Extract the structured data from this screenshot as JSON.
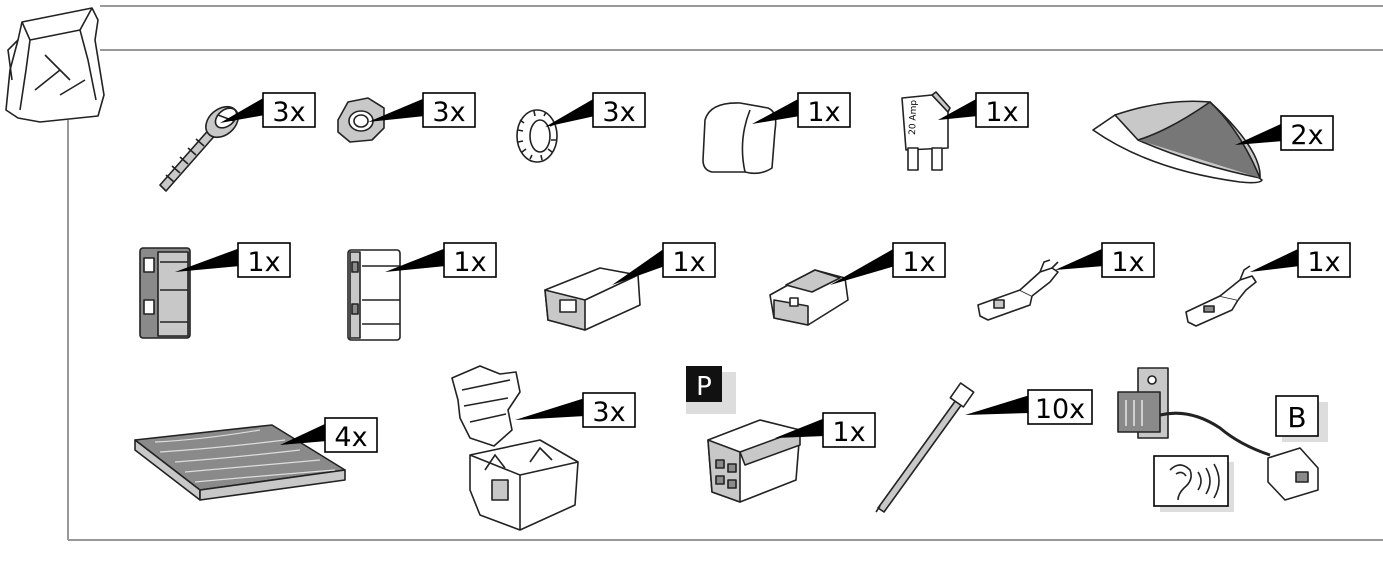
{
  "items": [
    {
      "name": "screw",
      "qty": "3x"
    },
    {
      "name": "nut",
      "qty": "3x"
    },
    {
      "name": "lock-washer",
      "qty": "3x"
    },
    {
      "name": "cap",
      "qty": "1x"
    },
    {
      "name": "fuse",
      "qty": "1x",
      "marking": "20 Amp"
    },
    {
      "name": "adhesive-pad",
      "qty": "2x"
    },
    {
      "name": "connector-housing-a",
      "qty": "1x"
    },
    {
      "name": "connector-housing-b",
      "qty": "1x"
    },
    {
      "name": "female-housing",
      "qty": "1x"
    },
    {
      "name": "male-housing",
      "qty": "1x"
    },
    {
      "name": "female-terminal",
      "qty": "1x"
    },
    {
      "name": "male-terminal",
      "qty": "1x"
    },
    {
      "name": "foam-pad",
      "qty": "4x"
    },
    {
      "name": "fuse-holder",
      "qty": "3x"
    },
    {
      "name": "plug-connector",
      "qty": "1x"
    },
    {
      "name": "cable-tie",
      "qty": "10x"
    },
    {
      "name": "buzzer",
      "qty": ""
    }
  ],
  "labels": {
    "p": "P",
    "b": "B"
  },
  "icons": [
    "bag-icon",
    "ear-sound-icon"
  ],
  "colors": {
    "frame": "#999999",
    "label_bg": "#111111",
    "pointer": "#000000"
  }
}
